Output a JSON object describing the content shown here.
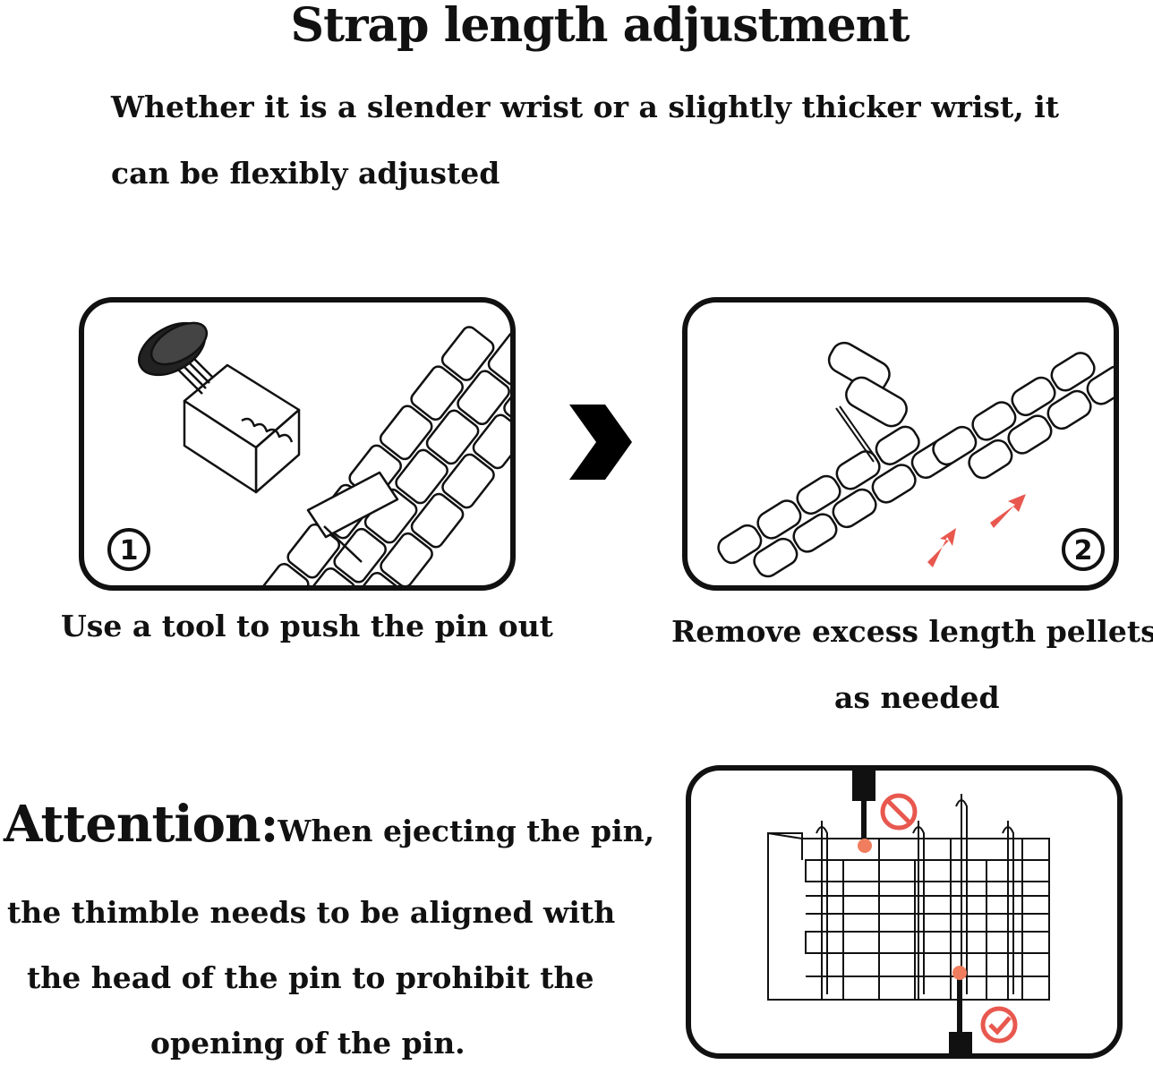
{
  "title": "Strap length adjustment",
  "intro": {
    "line1": "Whether it is a slender wrist or a slightly thicker wrist, it",
    "line2": "can be flexibly adjusted"
  },
  "steps": [
    {
      "badge": "1",
      "caption": "Use a tool to push the pin out",
      "icon": "pin-tool-illustration"
    },
    {
      "badge": "2",
      "caption_line1": "Remove excess length pellets",
      "caption_line2": "as needed",
      "icon": "link-removal-illustration"
    }
  ],
  "attention": {
    "heading": "Attention:",
    "line1": "When ejecting the pin,",
    "line2": "the thimble needs to be aligned with",
    "line3": "the head of the pin to prohibit the",
    "line4": "opening of the pin."
  },
  "colors": {
    "accent": "#e8584f",
    "ink": "#111111"
  }
}
